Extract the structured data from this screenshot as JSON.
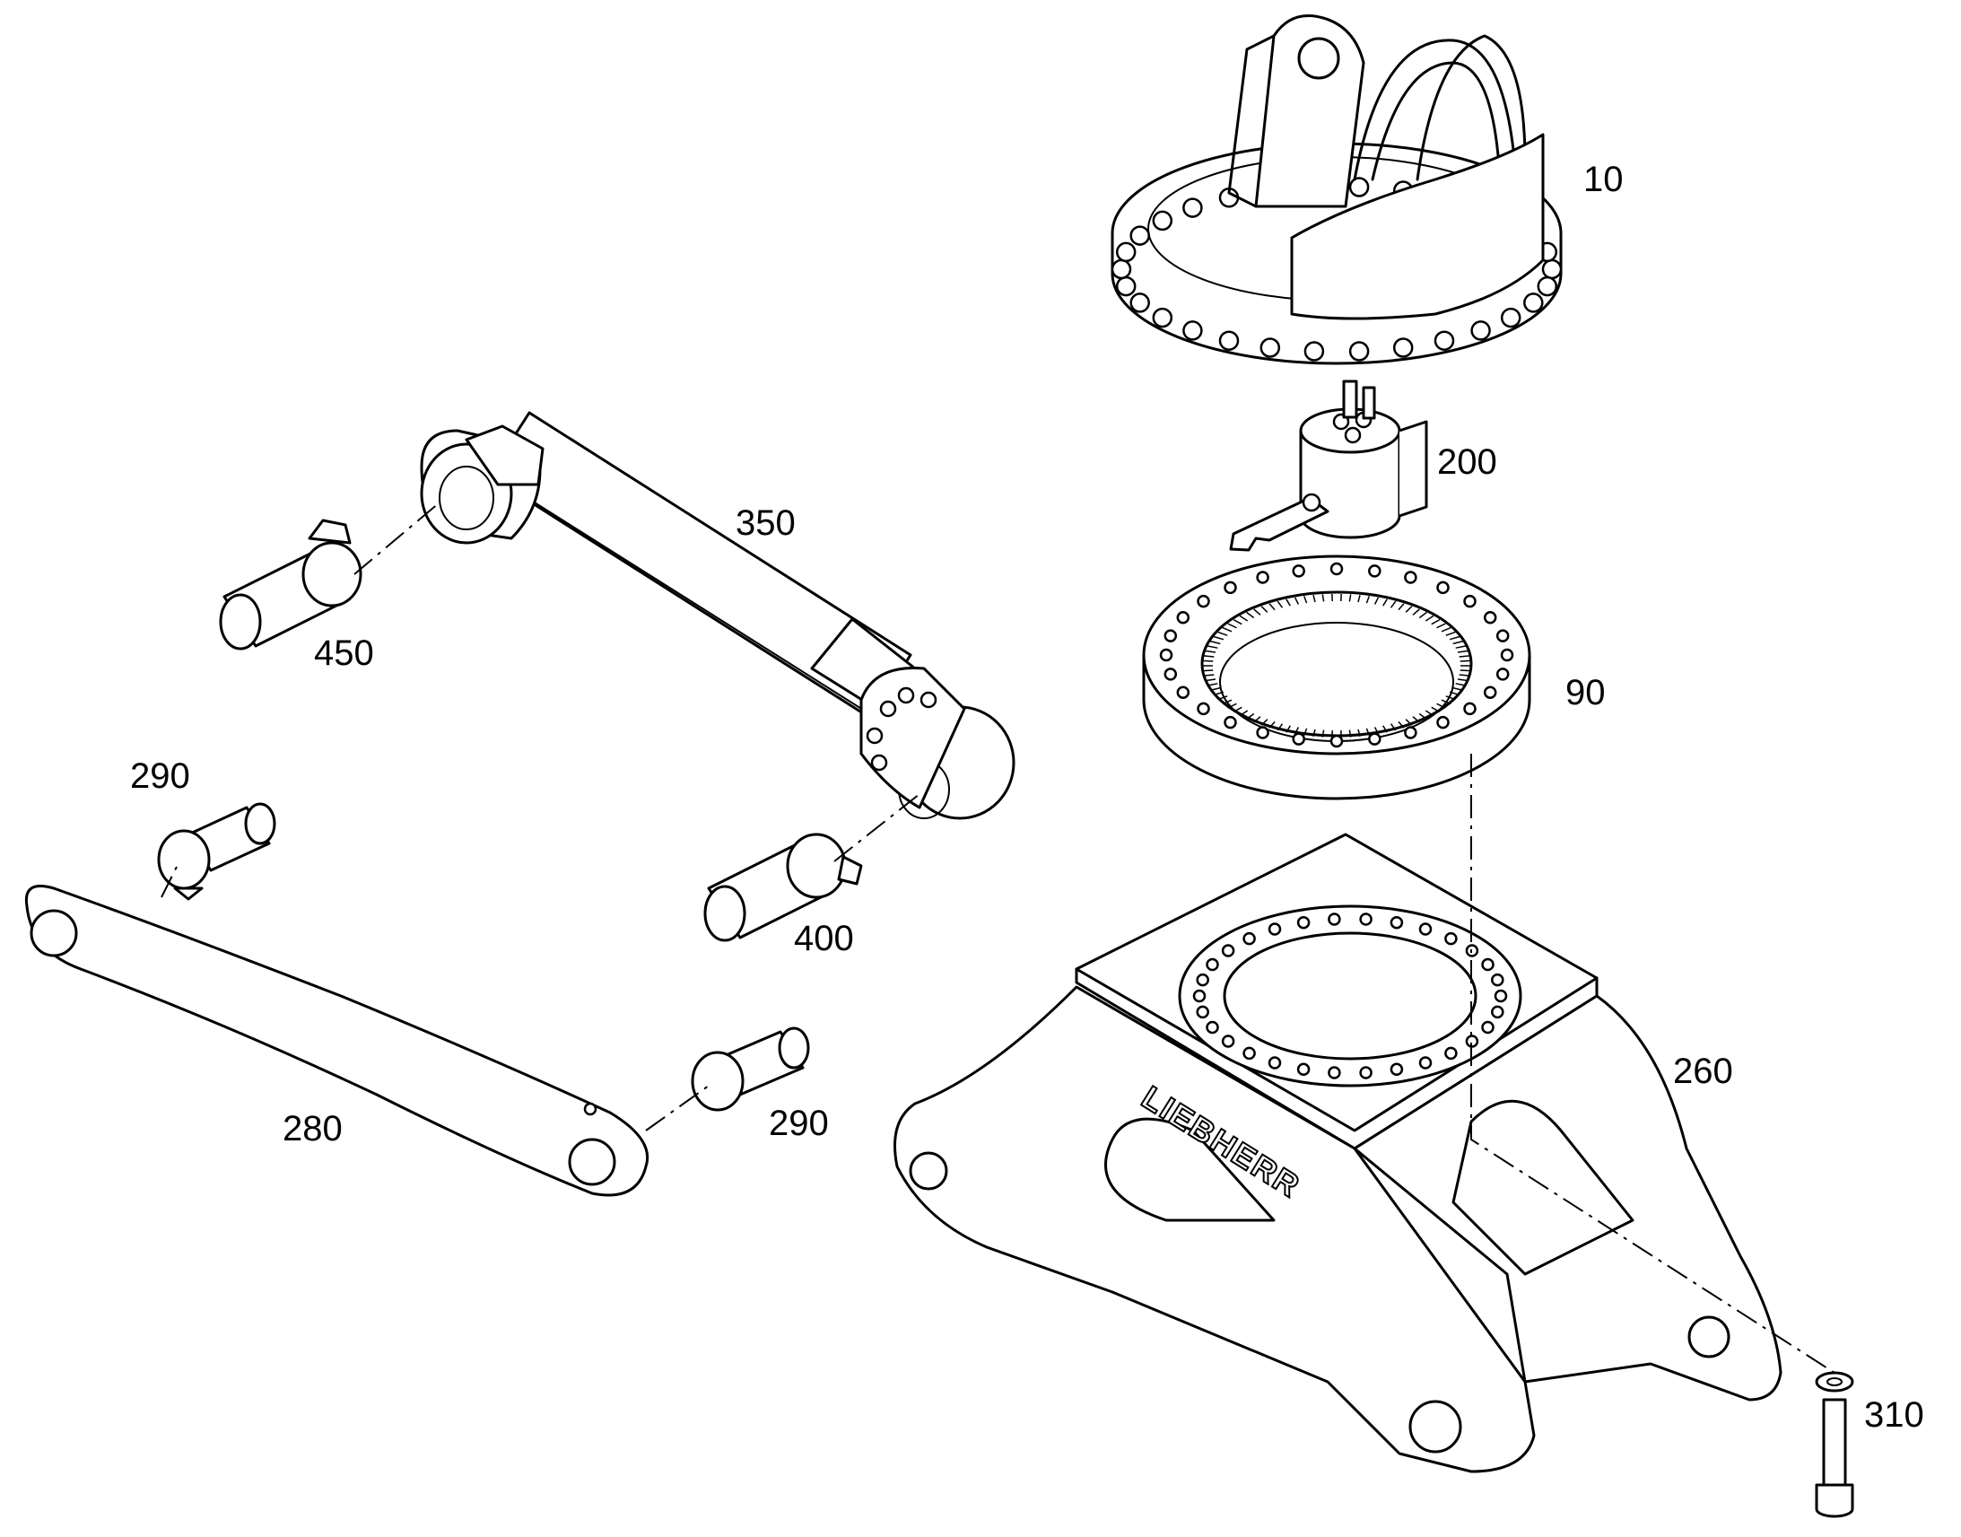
{
  "brand_mark": "LIEBHERR",
  "callouts": [
    {
      "id": "c10",
      "text": "10"
    },
    {
      "id": "c200",
      "text": "200"
    },
    {
      "id": "c90",
      "text": "90"
    },
    {
      "id": "c350",
      "text": "350"
    },
    {
      "id": "c450",
      "text": "450"
    },
    {
      "id": "c290a",
      "text": "290"
    },
    {
      "id": "c400",
      "text": "400"
    },
    {
      "id": "c280",
      "text": "280"
    },
    {
      "id": "c290b",
      "text": "290"
    },
    {
      "id": "c260",
      "text": "260"
    },
    {
      "id": "c310",
      "text": "310"
    }
  ]
}
